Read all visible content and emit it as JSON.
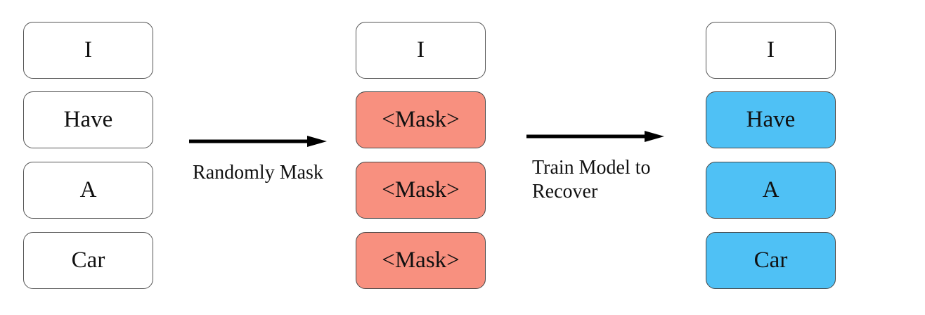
{
  "diagram": {
    "columns": [
      {
        "name": "input-tokens",
        "boxes": [
          {
            "label": "I",
            "state": "plain"
          },
          {
            "label": "Have",
            "state": "plain"
          },
          {
            "label": "A",
            "state": "plain"
          },
          {
            "label": "Car",
            "state": "plain"
          }
        ]
      },
      {
        "name": "masked-tokens",
        "boxes": [
          {
            "label": "I",
            "state": "plain"
          },
          {
            "label": "<Mask>",
            "state": "masked"
          },
          {
            "label": "<Mask>",
            "state": "masked"
          },
          {
            "label": "<Mask>",
            "state": "masked"
          }
        ]
      },
      {
        "name": "recovered-tokens",
        "boxes": [
          {
            "label": "I",
            "state": "plain"
          },
          {
            "label": "Have",
            "state": "recovered"
          },
          {
            "label": "A",
            "state": "recovered"
          },
          {
            "label": "Car",
            "state": "recovered"
          }
        ]
      }
    ],
    "arrow1": {
      "label": "Randomly Mask"
    },
    "arrow2": {
      "label_line1": "Train Model to",
      "label_line2": "Recover"
    },
    "colors": {
      "masked_fill": "#F8907F",
      "recovered_fill": "#4FC1F5",
      "plain_fill": "#FFFFFF",
      "box_border": "#555555",
      "arrow": "#000000",
      "text": "#111111"
    }
  }
}
